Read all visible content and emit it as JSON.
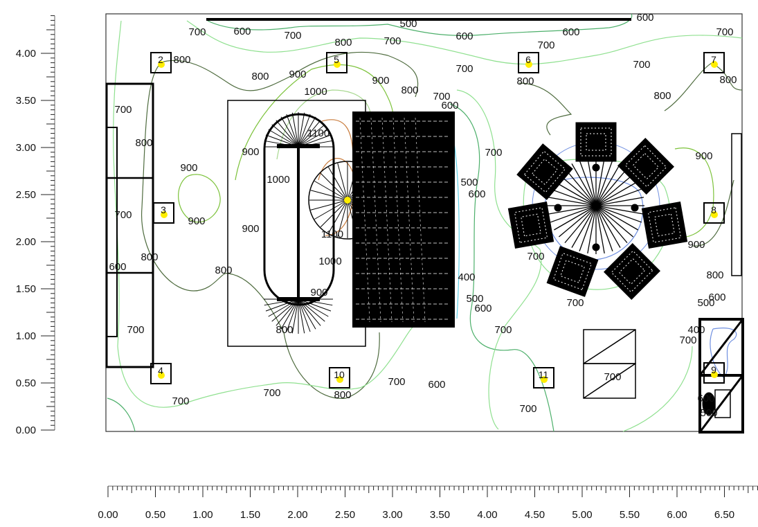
{
  "plan": {
    "x_axis": {
      "min": 0,
      "max": 6.9,
      "major_step": 0.5,
      "minor_step": 0.05,
      "tick_labels": [
        "0.00",
        "0.50",
        "1.00",
        "1.50",
        "2.00",
        "2.50",
        "3.00",
        "3.50",
        "4.00",
        "4.50",
        "5.00",
        "5.50",
        "6.00",
        "6.50"
      ]
    },
    "y_axis": {
      "min": 0,
      "max": 4.4,
      "major_step": 0.5,
      "minor_step": 0.05,
      "tick_labels": [
        "0.00",
        "0.50",
        "1.00",
        "1.50",
        "2.00",
        "2.50",
        "3.00",
        "3.50",
        "4.00"
      ]
    },
    "luminaires": [
      "2",
      "3",
      "4",
      "5",
      "6",
      "7",
      "8",
      "9",
      "10",
      "11"
    ],
    "isoline_labels": [
      "700",
      "600",
      "700",
      "500",
      "800",
      "700",
      "600",
      "600",
      "600",
      "700",
      "700",
      "800",
      "700",
      "700",
      "800",
      "800",
      "900",
      "900",
      "800",
      "1000",
      "800",
      "800",
      "700",
      "700",
      "600",
      "800",
      "900",
      "1100",
      "1000",
      "900",
      "900",
      "900",
      "1100",
      "1000",
      "800",
      "600",
      "700",
      "800",
      "900",
      "700",
      "800",
      "700",
      "700",
      "700",
      "600",
      "800",
      "700",
      "500",
      "600",
      "400",
      "500",
      "600",
      "700",
      "700",
      "700",
      "800",
      "900",
      "900",
      "700",
      "700",
      "600",
      "500",
      "400",
      "700",
      "600",
      "500"
    ],
    "colors": {
      "iso_700": "#8fe08f",
      "iso_600": "#4caf6a",
      "iso_800": "#4e6b3e",
      "iso_900": "#7cc23a",
      "iso_1000": "#a8d890",
      "iso_1100": "#c87a3a",
      "iso_low": "#6f8fe0",
      "luminaire": "#ffee00"
    }
  }
}
